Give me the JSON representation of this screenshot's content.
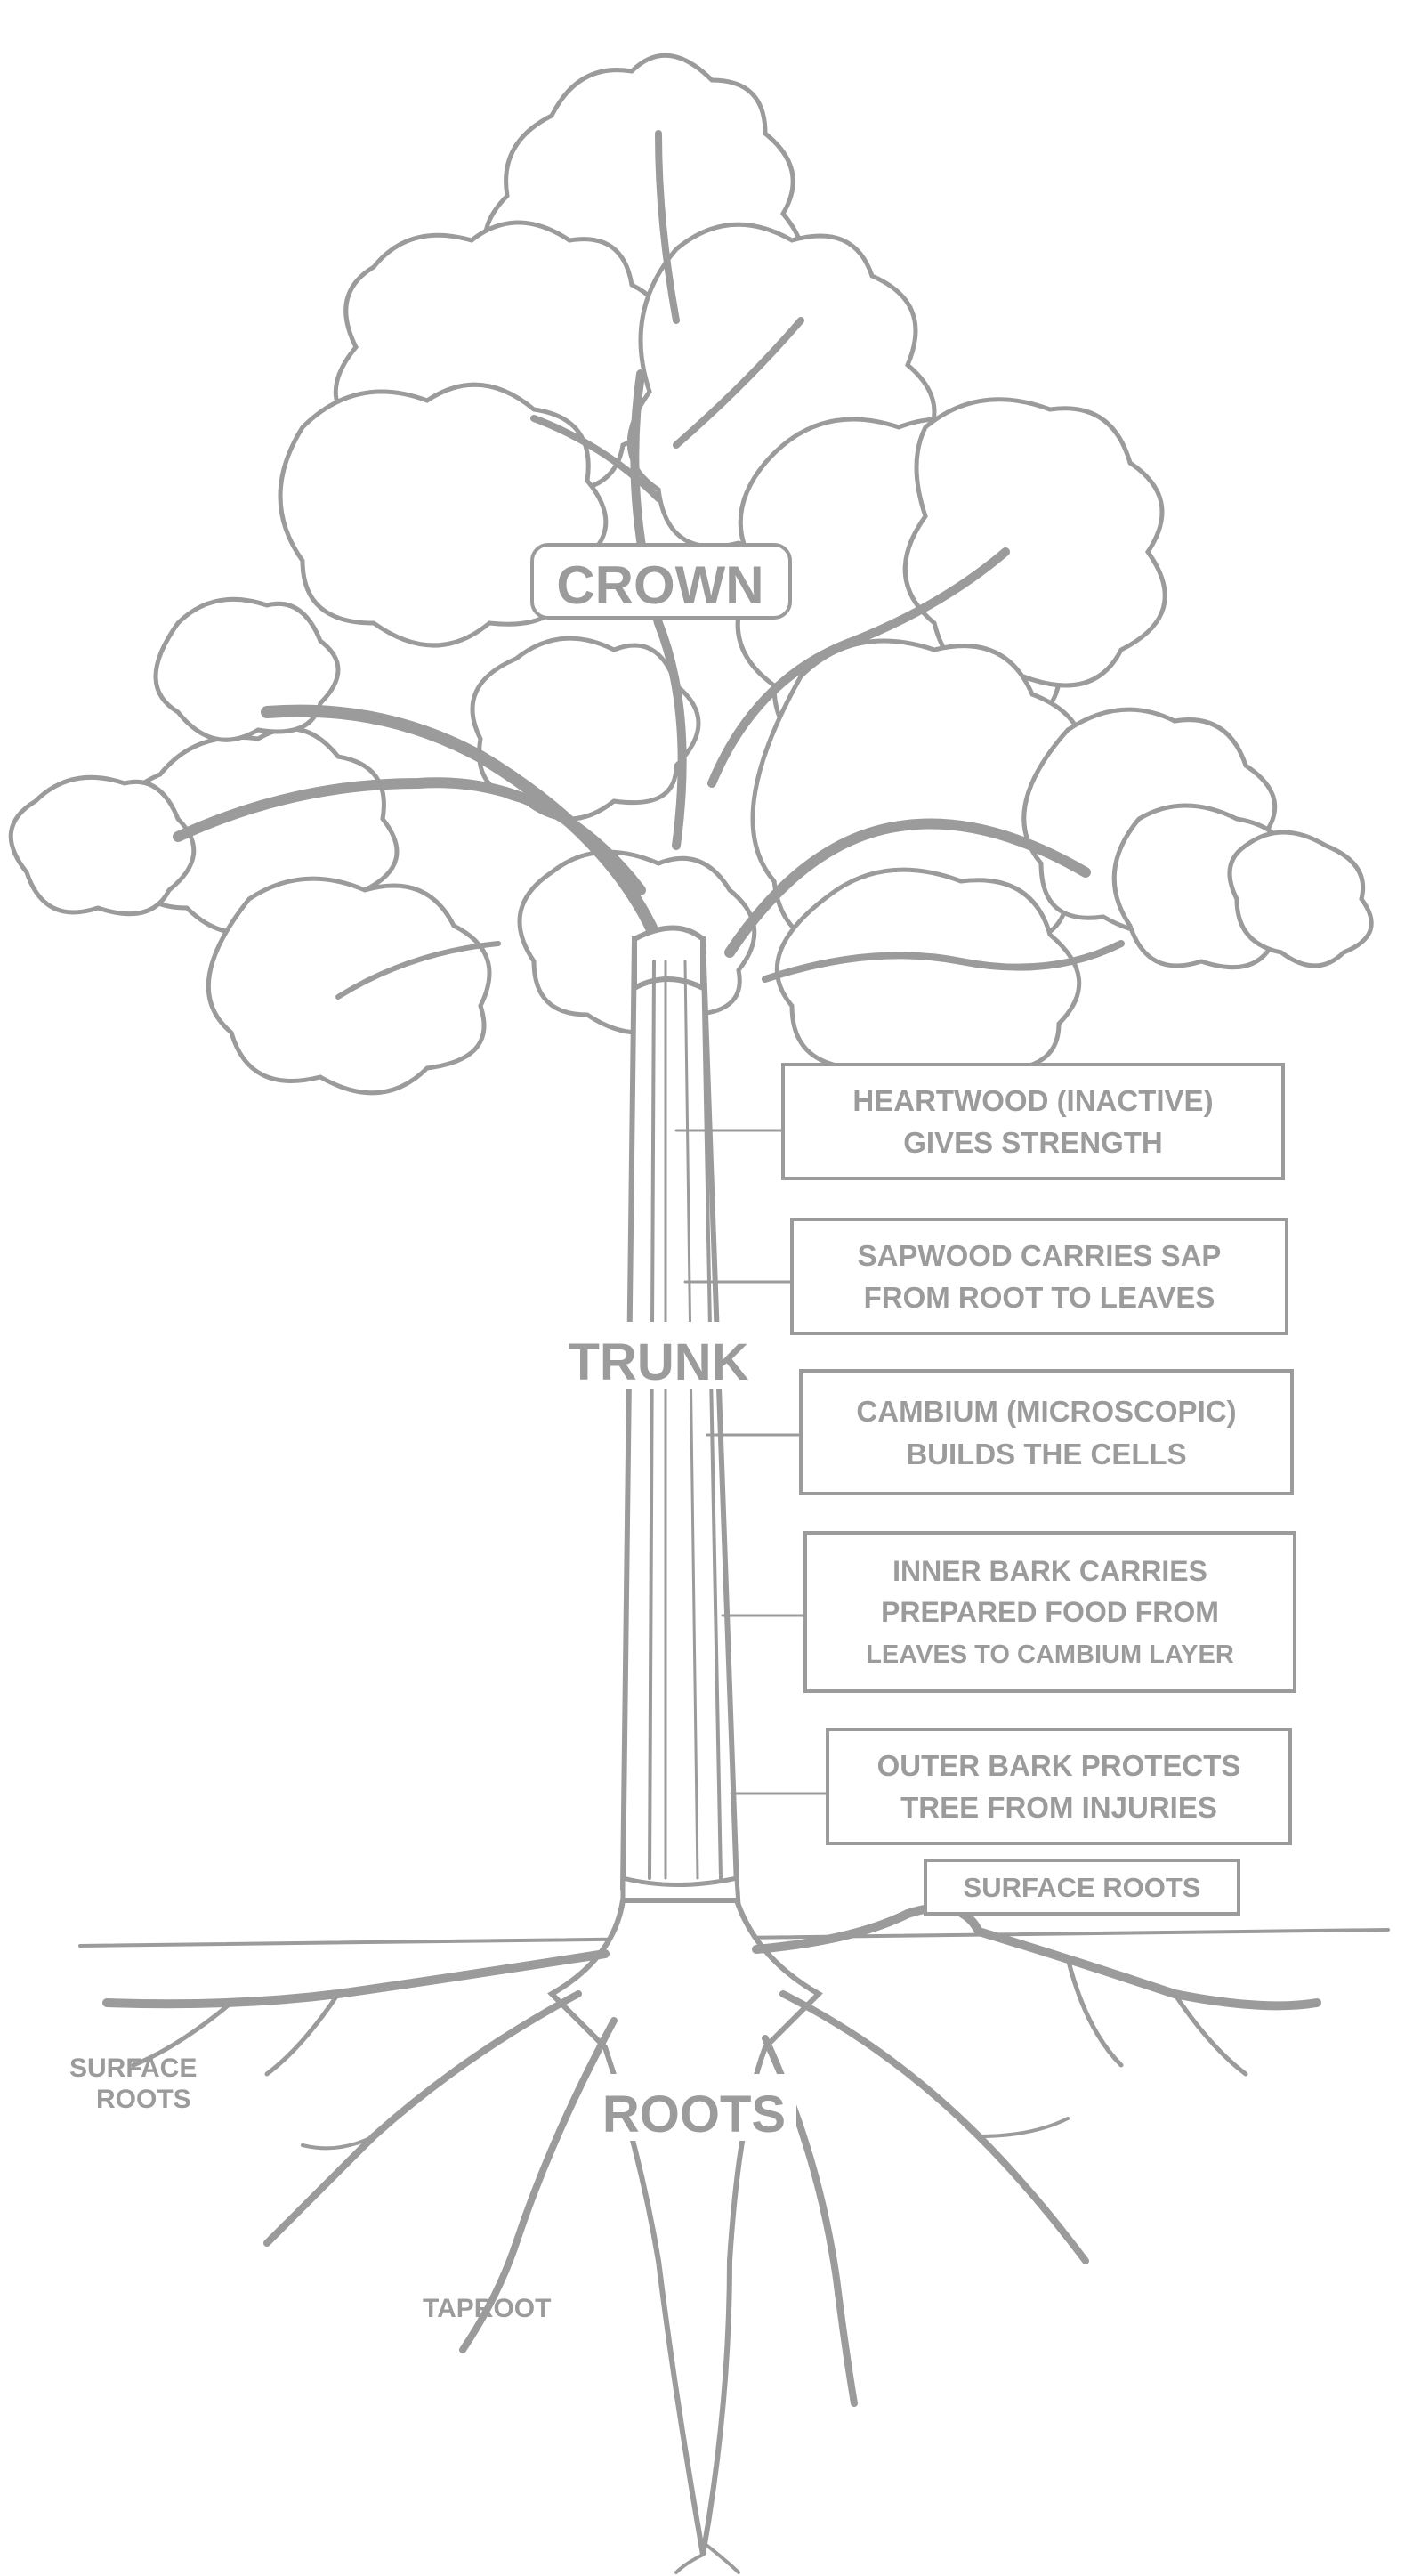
{
  "colors": {
    "ink": "#9b9b9b",
    "background": "#ffffff"
  },
  "labels": {
    "crown": "CROWN",
    "trunk": "TRUNK",
    "roots": "ROOTS",
    "taproot": "TAPROOT",
    "surface_roots_left": [
      "SURFACE",
      "ROOTS"
    ],
    "surface_roots_right": "SURFACE ROOTS"
  },
  "callouts": [
    {
      "lines": [
        "HEARTWOOD (INACTIVE)",
        "GIVES STRENGTH"
      ]
    },
    {
      "lines": [
        "SAPWOOD CARRIES SAP",
        "FROM ROOT TO LEAVES"
      ]
    },
    {
      "lines": [
        "CAMBIUM (MICROSCOPIC)",
        "BUILDS THE CELLS"
      ]
    },
    {
      "lines": [
        "INNER BARK CARRIES",
        "PREPARED FOOD FROM",
        "LEAVES TO CAMBIUM LAYER"
      ]
    },
    {
      "lines": [
        "OUTER BARK PROTECTS",
        "TREE FROM INJURIES"
      ]
    }
  ]
}
